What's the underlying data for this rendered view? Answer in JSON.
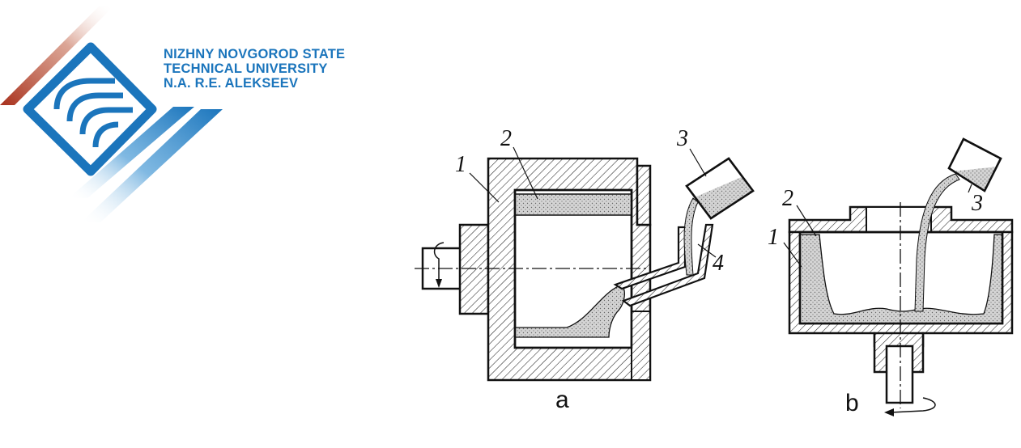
{
  "header": {
    "university_lines": [
      "NIZHNY NOVGOROD STATE",
      "TECHNICAL UNIVERSITY",
      "N.A. R.E. ALEKSEEV"
    ],
    "brand_color": "#1b75bc",
    "accent_color": "#b5452a"
  },
  "diagram_a": {
    "caption": "a",
    "labels": [
      "1",
      "2",
      "3",
      "4"
    ]
  },
  "diagram_b": {
    "caption": "b",
    "labels": [
      "1",
      "2",
      "3"
    ]
  }
}
